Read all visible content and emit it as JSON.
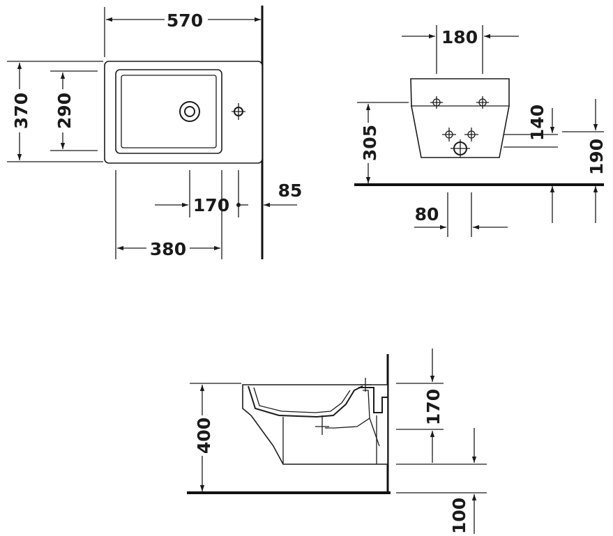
{
  "top_view": {
    "overall_width": "570",
    "overall_depth": "370",
    "basin_depth": "290",
    "tap_hole_offset": "170",
    "wall_offset": "85",
    "basin_width": "380"
  },
  "front_view": {
    "hole_spacing": "180",
    "height_305": "305",
    "height_140": "140",
    "height_190": "190",
    "offset_80": "80"
  },
  "side_view": {
    "rim_height": "400",
    "height_170": "170",
    "height_100": "100"
  },
  "colors": {
    "ink": "#1a1a1a",
    "background": "#ffffff"
  }
}
